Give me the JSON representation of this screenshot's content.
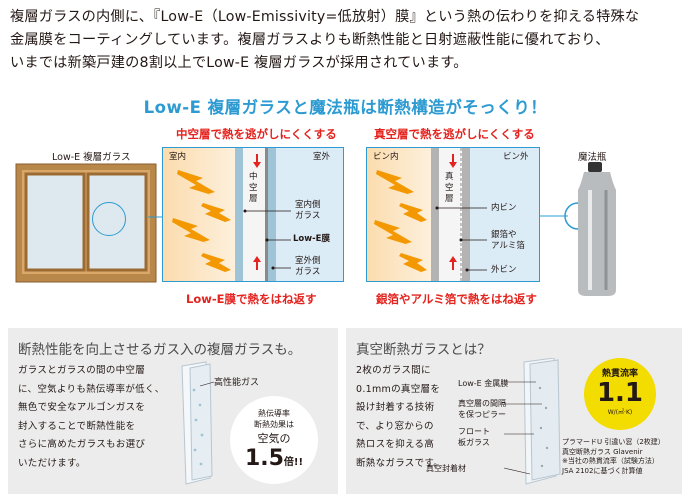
{
  "intro": {
    "line1": "複層ガラスの内側に、『Low-E（Low-Emissivity=低放射）膜』という熱の伝わりを抑える特殊な",
    "line2": "金属膜をコーティングしています。複層ガラスよりも断熱性能と日射遮蔽性能に優れており、",
    "line3": "いまでは新築戸建の8割以上でLow-E 複層ガラスが採用されています。"
  },
  "headline": "Low-E 複層ガラスと魔法瓶は断熱構造がそっくり！",
  "window_label": "Low-E 複層ガラス",
  "vacuum_bottle_label": "魔法瓶",
  "left_panel": {
    "top_caption": "中空層で熱を逃がしにくくする",
    "indoor": "室内",
    "outdoor": "室外",
    "hollow_layer": [
      "中",
      "空",
      "層"
    ],
    "inner_glass": [
      "室内側",
      "ガラス"
    ],
    "lowe_film": "Low-E膜",
    "outer_glass": [
      "室外側",
      "ガラス"
    ],
    "bottom_caption": "Low-E膜で熱をはね返す"
  },
  "right_panel": {
    "top_caption": "真空層で熱を逃がしにくくする",
    "inside_bottle": "ビン内",
    "outside_bottle": "ビン外",
    "vacuum_layer": [
      "真",
      "空",
      "層"
    ],
    "inner_bottle": "内ビン",
    "foil": [
      "銀箔や",
      "アルミ箔"
    ],
    "outer_bottle": "外ビン",
    "bottom_caption": "銀箔やアルミ箔で熱をはね返す"
  },
  "gas_box": {
    "title": "断熱性能を向上させるガス入の複層ガラスも。",
    "body": [
      "ガラスとガラスの間の中空層",
      "に、空気よりも熱伝導率が低く、",
      "無色で安全なアルゴンガスを",
      "封入することで断熱性能を",
      "さらに高めたガラスもお選び",
      "いただけます。"
    ],
    "gas_label": "高性能ガス",
    "circle_line1": "熱伝導率",
    "circle_line2": "断熱効果は",
    "circle_line3": "空気の",
    "circle_value": "1.5",
    "circle_suffix": "倍!!"
  },
  "vacuum_box": {
    "title": "真空断熱ガラスとは？",
    "body": [
      "2枚のガラス間に",
      "0.1mmの真空層を",
      "設け封着する技術",
      "で、より窓からの",
      "熱ロスを抑える高",
      "断熱なガラスです。"
    ],
    "label_lowe": "Low-E 金属膜",
    "label_spacer": [
      "真空層の間隔",
      "を保つピラー"
    ],
    "label_float": [
      "フロート",
      "板ガラス"
    ],
    "label_seal": "真空封着材",
    "badge_title": "熱貫流率",
    "badge_value": "1.1",
    "badge_unit": "W/(㎡·K)",
    "note": [
      "プラマードU 引違い窓（2枚建）",
      "真空断熱ガラス Glavenir",
      "※当社の熱貫流率（試験方法）",
      "JSA 2102に基づく計算値"
    ]
  },
  "colors": {
    "accent_blue": "#2d9bd2",
    "accent_red": "#e5231e",
    "heat_orange": "#f39800",
    "badge_yellow": "#f3dc00"
  }
}
